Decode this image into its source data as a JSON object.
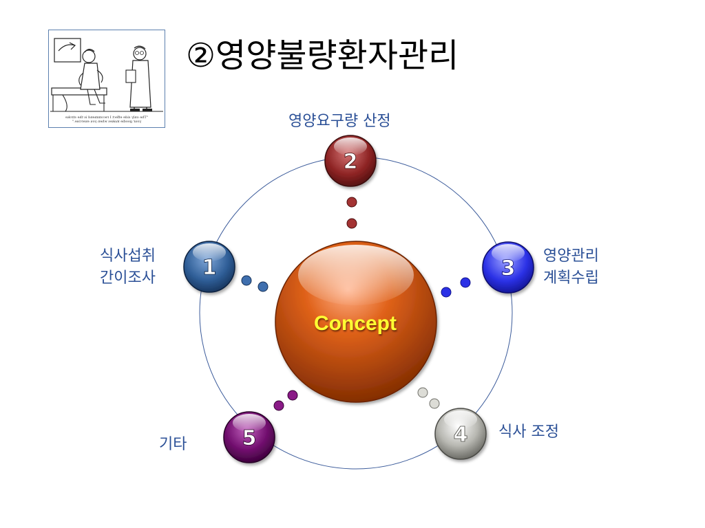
{
  "title": "②영양불량환자관리",
  "cartoon": {
    "caption_line1": "\"The only side effect I recommend is the stroke",
    "caption_line2": "your goodie makes when you exercise.\""
  },
  "center": {
    "label": "Concept",
    "color": "#d9550f"
  },
  "nodes": [
    {
      "number": "1",
      "label_line1": "식사섭취",
      "label_line2": "간이조사",
      "color": "#2f5e97"
    },
    {
      "number": "2",
      "label_line1": "영양요구량 산정",
      "label_line2": "",
      "color": "#8e2424"
    },
    {
      "number": "3",
      "label_line1": "영양관리",
      "label_line2": "계획수립",
      "color": "#2b31e6"
    },
    {
      "number": "4",
      "label_line1": "식사 조정",
      "label_line2": "",
      "color": "#8f8f8f"
    },
    {
      "number": "5",
      "label_line1": "기타",
      "label_line2": "",
      "color": "#6e0b6b"
    }
  ]
}
